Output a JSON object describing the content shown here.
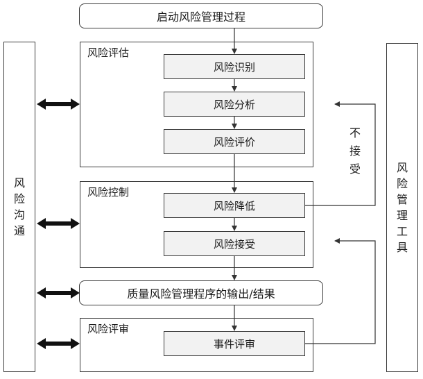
{
  "start": "启动风险管理过程",
  "assessment": {
    "title": "风险评估",
    "steps": [
      "风险识别",
      "风险分析",
      "风险评价"
    ]
  },
  "control": {
    "title": "风险控制",
    "steps": [
      "风险降低",
      "风险接受"
    ]
  },
  "output": "质量风险管理程序的输出/结果",
  "review": {
    "title": "风险评审",
    "steps": [
      "事件评审"
    ]
  },
  "left_panel": "风险沟通",
  "right_panel": "风险管理工具",
  "feedback_label": "不接受"
}
